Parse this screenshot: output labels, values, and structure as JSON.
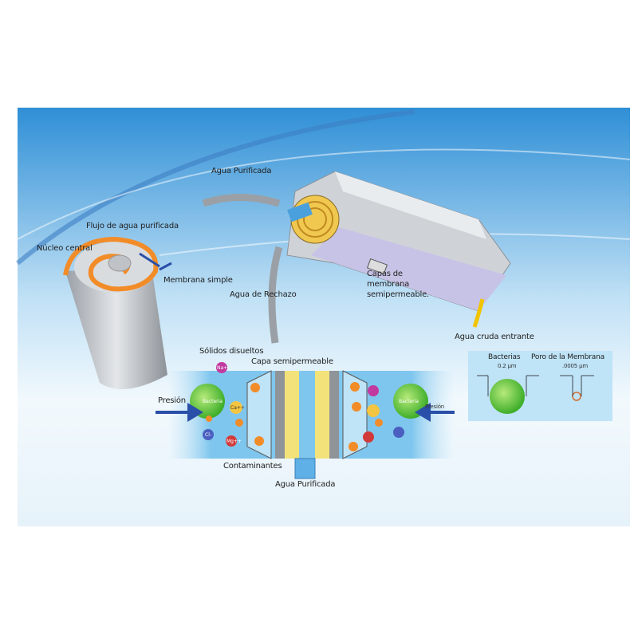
{
  "labels": {
    "agua_purificada_top": "Agua Purificada",
    "flujo": "Flujo de agua purificada",
    "nucleo": "Núcleo central",
    "membrana_simple": "Membrana simple",
    "agua_rechazo": "Agua de Rechazo",
    "capas_1": "Capas de",
    "capas_2": "membrana",
    "capas_3": "semipermeable.",
    "agua_cruda": "Agua cruda entrante",
    "solidos": "Sólidos disueltos",
    "capa_semi": "Capa semipermeable",
    "presion_left": "Presión",
    "presion_right": "Presión",
    "contaminantes": "Contaminantes",
    "agua_purificada_bottom": "Agua Purificada",
    "bacteria_left": "Bacteria",
    "bacteria_right": "Bacteria",
    "ions": {
      "na": "Na+",
      "ca": "Ca++",
      "cl": "Cl-",
      "mg": "Mg++"
    }
  },
  "scale_box": {
    "bacterias": "Bacterias",
    "bacterias_size": "0.2 µm",
    "poro": "Poro de la Membrana",
    "poro_size": ".0005 µm"
  },
  "colors": {
    "background_top": "#2f8fd6",
    "background_bottom": "#e8f4fb",
    "membrane_orange": "#f28c28",
    "arrow_blue": "#2a4fa8",
    "bacteria_green": "#5cc43c",
    "yellow_layer": "#f3e27a"
  }
}
